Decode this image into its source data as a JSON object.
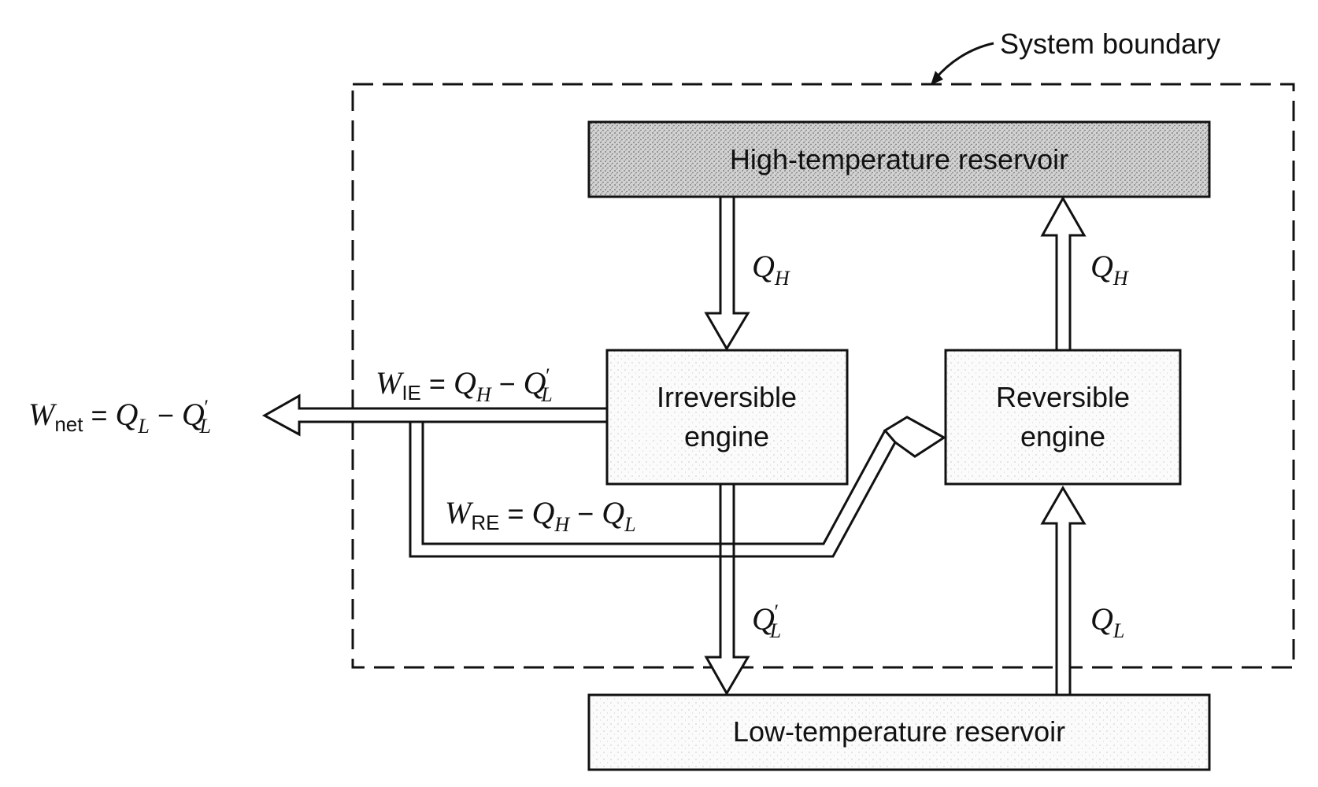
{
  "system_boundary": {
    "label": "System boundary"
  },
  "reservoirs": {
    "high": {
      "label": "High-temperature reservoir"
    },
    "low": {
      "label": "Low-temperature reservoir"
    }
  },
  "engines": {
    "irreversible": {
      "line1": "Irreversible",
      "line2": "engine"
    },
    "reversible": {
      "line1": "Reversible",
      "line2": "engine"
    }
  },
  "heat_flows": {
    "qh_in_main": "Q",
    "qh_in_sub": "H",
    "qh_out_main": "Q",
    "qh_out_sub": "H",
    "ql_prime_main": "Q",
    "ql_prime_sub": "L",
    "ql_prime_mark": "′",
    "ql_main": "Q",
    "ql_sub": "L"
  },
  "work": {
    "w_ie": {
      "w": "W",
      "w_sub": "IE",
      "eq": " = ",
      "q1": "Q",
      "q1_sub": "H",
      "op": " − ",
      "q2": "Q",
      "q2_sub": "L",
      "mark": "′"
    },
    "w_re": {
      "w": "W",
      "w_sub": "RE",
      "eq": " = ",
      "q1": "Q",
      "q1_sub": "H",
      "op": " − ",
      "q2": "Q",
      "q2_sub": "L"
    },
    "w_net": {
      "w": "W",
      "w_sub": "net",
      "eq": " = ",
      "q1": "Q",
      "q1_sub": "L",
      "op": " − ",
      "q2": "Q",
      "q2_sub": "L",
      "mark": "′"
    }
  },
  "colors": {
    "line": "#111111",
    "high_fill": "#c9c9c9",
    "low_fill": "#f1f1f1",
    "engine_fill": "#f6f6f6"
  }
}
